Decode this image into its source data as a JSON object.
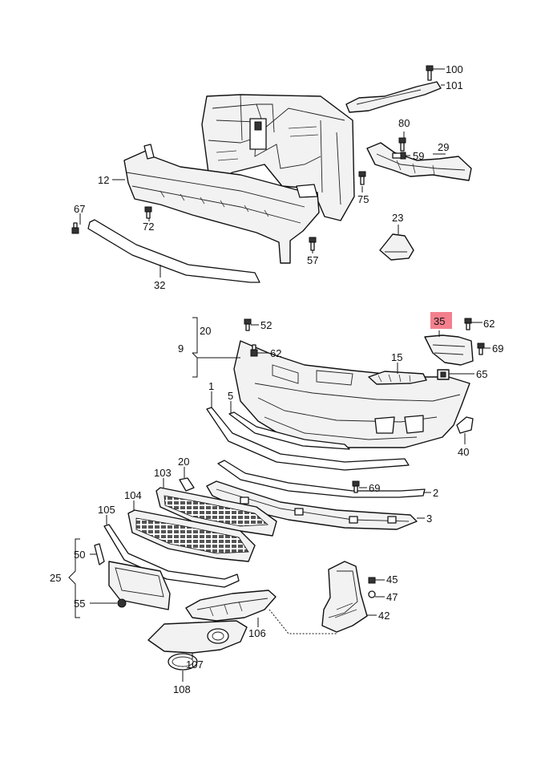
{
  "highlight_color": "#f3808c",
  "callouts": {
    "c100": "100",
    "c101": "101",
    "c80": "80",
    "c59": "59",
    "c29": "29",
    "c12": "12",
    "c75": "75",
    "c67": "67",
    "c72": "72",
    "c23": "23",
    "c57": "57",
    "c32": "32",
    "c20a": "20",
    "c9": "9",
    "c52": "52",
    "c62a": "62",
    "c35": "35",
    "c62b": "62",
    "c69a": "69",
    "c15": "15",
    "c65": "65",
    "c1": "1",
    "c5": "5",
    "c40": "40",
    "c103": "103",
    "c20b": "20",
    "c69b": "69",
    "c2": "2",
    "c104": "104",
    "c3": "3",
    "c105": "105",
    "c50": "50",
    "c25": "25",
    "c55": "55",
    "c45": "45",
    "c47": "47",
    "c42": "42",
    "c106": "106",
    "c107": "107",
    "c108": "108"
  }
}
